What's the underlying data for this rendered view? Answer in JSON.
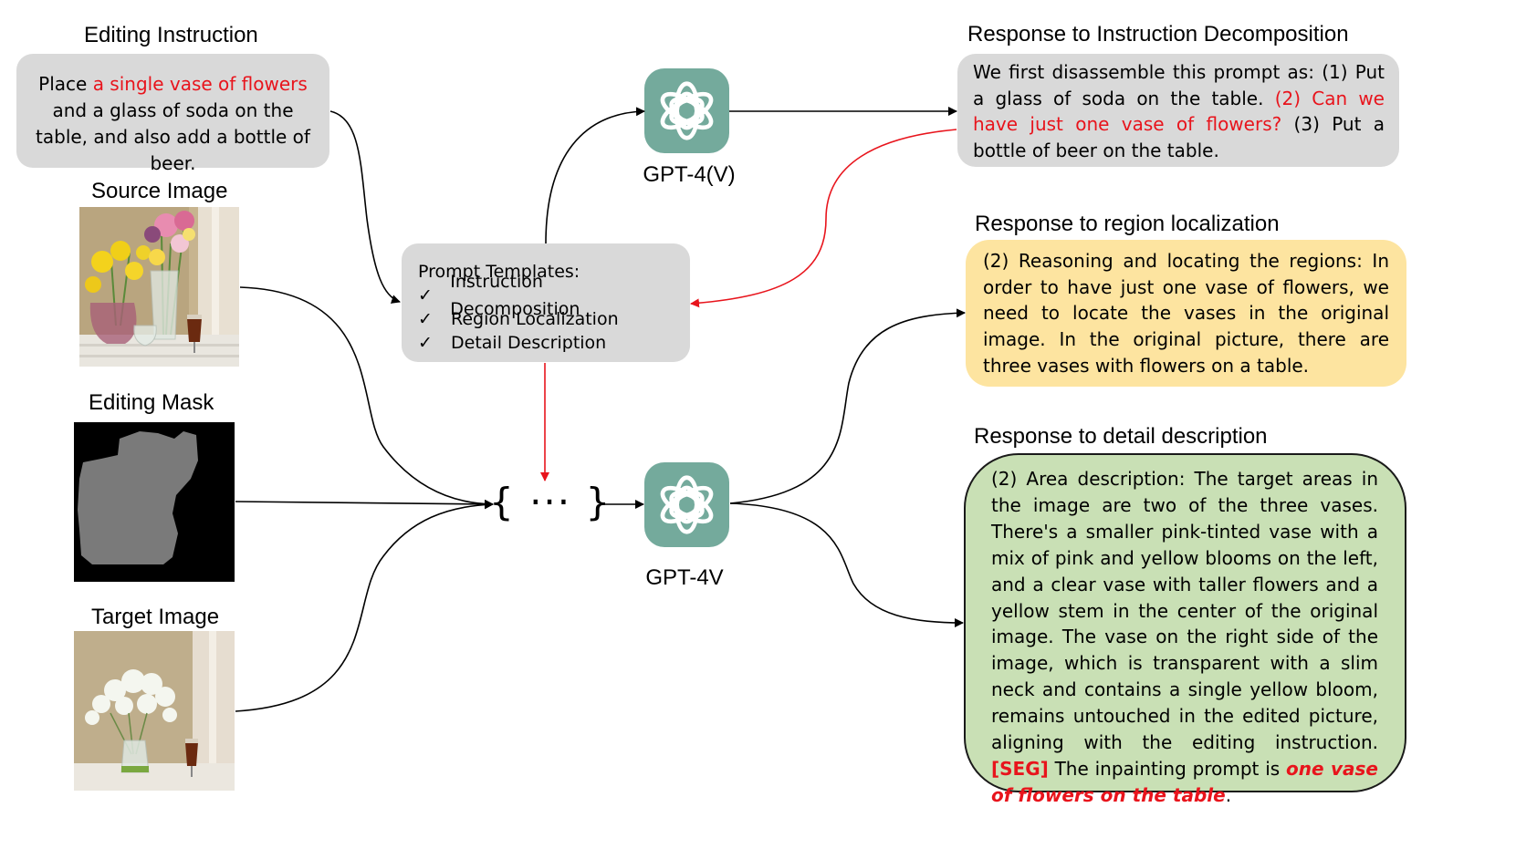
{
  "editing_instruction": {
    "heading": "Editing Instruction",
    "text_before": "Place ",
    "text_highlight": "a single vase of flowers",
    "text_after": " and a glass of soda on the table, and also add a bottle of beer."
  },
  "images": {
    "source_label": "Source Image",
    "mask_label": "Editing Mask",
    "target_label": "Target Image"
  },
  "prompt_templates": {
    "title": "Prompt Templates:",
    "items": [
      "Instruction Decomposition",
      "Region Localization",
      "Detail Description"
    ],
    "check_glyph": "✓"
  },
  "gpt_top": {
    "label": "GPT-4(V)",
    "icon": "openai-logo-icon"
  },
  "gpt_bottom": {
    "label": "GPT-4V",
    "icon": "openai-logo-icon"
  },
  "ellipsis": "{ ··· }",
  "decomposition": {
    "heading": "Response to Instruction Decomposition",
    "text_before": "We first disassemble this prompt as: (1) Put a glass of soda on the table. ",
    "text_highlight": "(2) Can we have just one vase of flowers?",
    "text_after": " (3) Put a bottle of beer on the table."
  },
  "localization": {
    "heading": "Response to region localization",
    "text": "(2) Reasoning and locating the regions: In order to have just one vase of flowers, we need to locate the vases in the original image. In the original picture, there are three vases with flowers on a table."
  },
  "detail": {
    "heading": "Response to detail description",
    "text_before": "(2) Area description: The target areas in the image are two of the three vases. There's a smaller pink-tinted vase with a mix of pink and yellow blooms on the left, and a clear vase with taller flowers and a yellow stem in the center of the original image. The vase on the right side of the image, which is transparent with a slim neck and contains a single yellow bloom, remains untouched in the edited picture, aligning with the editing instruction. ",
    "seg_tag": "[SEG]",
    "text_middle": " The inpainting prompt is ",
    "text_highlight": "one vase of flowers on the table",
    "text_after": "."
  },
  "colors": {
    "gray_box": "#d9d9d9",
    "yellow_box": "#fde4a0",
    "green_box": "#c9e0b5",
    "highlight_red": "#e8141c",
    "gpt_green": "#74aa9c",
    "mask_gray": "#7a7a7a"
  }
}
